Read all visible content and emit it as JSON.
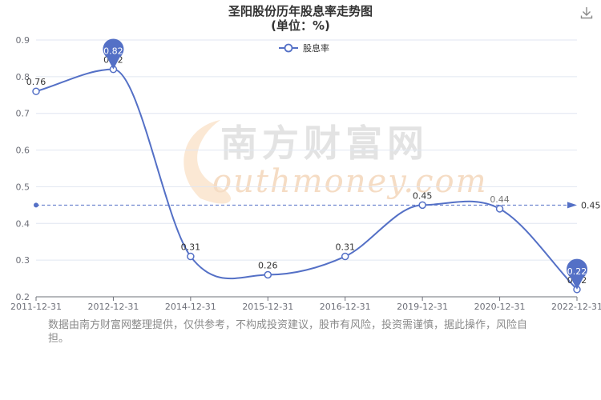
{
  "header": {
    "title_line1": "圣阳股份历年股息率走势图",
    "title_line2": "(单位：%)"
  },
  "toolbar": {
    "download_icon": "download-icon"
  },
  "watermark": {
    "text_cn": "南方财富网",
    "text_en": "outhmoney.com"
  },
  "footnote": "数据由南方财富网整理提供，仅供参考，不构成投资建议，股市有风险，投资需谨慎，据此操作，风险自担。",
  "colors": {
    "line": "#5470c6",
    "markline": "#5470c6",
    "grid": "#e0e6f1",
    "axis": "#6e7079"
  },
  "chart_data": {
    "type": "line",
    "title": "圣阳股份历年股息率走势图",
    "subtitle": "(单位：%)",
    "legend": "top-center",
    "grid": true,
    "smooth": true,
    "x": [
      "2011-12-31",
      "2012-12-31",
      "2014-12-31",
      "2015-12-31",
      "2016-12-31",
      "2019-12-31",
      "2020-12-31",
      "2022-12-31"
    ],
    "series": [
      {
        "name": "股息率",
        "values": [
          0.76,
          0.82,
          0.31,
          0.26,
          0.31,
          0.45,
          0.44,
          0.22
        ]
      }
    ],
    "point_labels": [
      "0.76",
      "0.82",
      "0.31",
      "0.26",
      "0.31",
      "0.45",
      "0.44",
      "0.22"
    ],
    "ylim": [
      0.2,
      0.9
    ],
    "yticks": [
      "0.2",
      "0.3",
      "0.4",
      "0.5",
      "0.6",
      "0.7",
      "0.8",
      "0.9"
    ],
    "markPoint": [
      {
        "type": "max",
        "value": 0.82,
        "label": "0.82"
      },
      {
        "type": "min",
        "value": 0.22,
        "label": "0.22"
      }
    ],
    "markLine": {
      "type": "average",
      "value": 0.45,
      "label": "0.45"
    }
  }
}
